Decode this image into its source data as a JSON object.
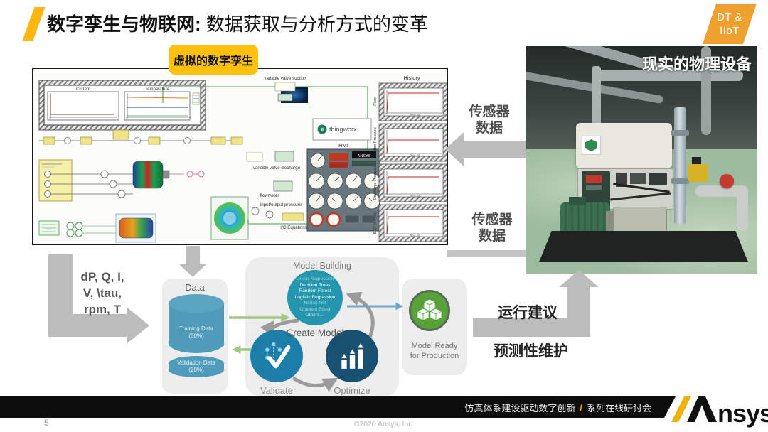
{
  "slide": {
    "title": {
      "bold": "数字孪生与物联网:",
      "regular": " 数据获取与分析方式的变革"
    },
    "badge": {
      "line1": "DT &",
      "line2": "IIoT"
    },
    "footer": {
      "series_left": "仿真体系建设驱动数字创新",
      "slash": "/",
      "series_right": "系列在线研讨会",
      "page": "5",
      "copyright": "©2020 Ansys, Inc."
    },
    "logo": {
      "name": "Ansys",
      "text_rest": "nsys"
    }
  },
  "virtual_twin": {
    "label": "虚拟的数字孪生",
    "scope": {
      "plot1": "Current",
      "plot2": "Temperature"
    },
    "labels": {
      "valve_suction": "variable valve suction",
      "valve_discharge": "variable valve discharge",
      "flowmeter": "flowmeter",
      "io_pressure": "input/output pressure",
      "io_equations": "I/O Equations",
      "hmi": "HMI",
      "thingworx": "thingworx",
      "ansys_chip": "ANSYS"
    },
    "history": {
      "title": "History",
      "xlabel": "Time [s]",
      "plots": [
        "Flow",
        "Suction Pressure",
        "Discharge Pressure",
        "BEP % Flow"
      ]
    }
  },
  "physical": {
    "label": "现实的物理设备"
  },
  "flow": {
    "sensor": {
      "line1": "传感器",
      "line2": "数据"
    },
    "signals": [
      "dP, Q, I,",
      "V, \\tau,",
      "rpm, T"
    ],
    "run_advice": "运行建议",
    "predictive": "预测性维护"
  },
  "ml": {
    "data": {
      "title": "Data",
      "training": "Training Data",
      "training_pct": "(80%)",
      "validation": "Validation Data",
      "validation_pct": "(20%)"
    },
    "building": {
      "title": "Model Building",
      "algorithms": [
        "Linear Regression",
        "Decision Trees",
        "Random Forest",
        "Logistic Regression",
        "Neural Net",
        "Gradient Boost",
        "Others...."
      ],
      "create": "Create Model"
    },
    "validate": "Validate",
    "optimize": "Optimize",
    "ready": {
      "line1": "Model Ready",
      "line2": "for Production"
    }
  }
}
